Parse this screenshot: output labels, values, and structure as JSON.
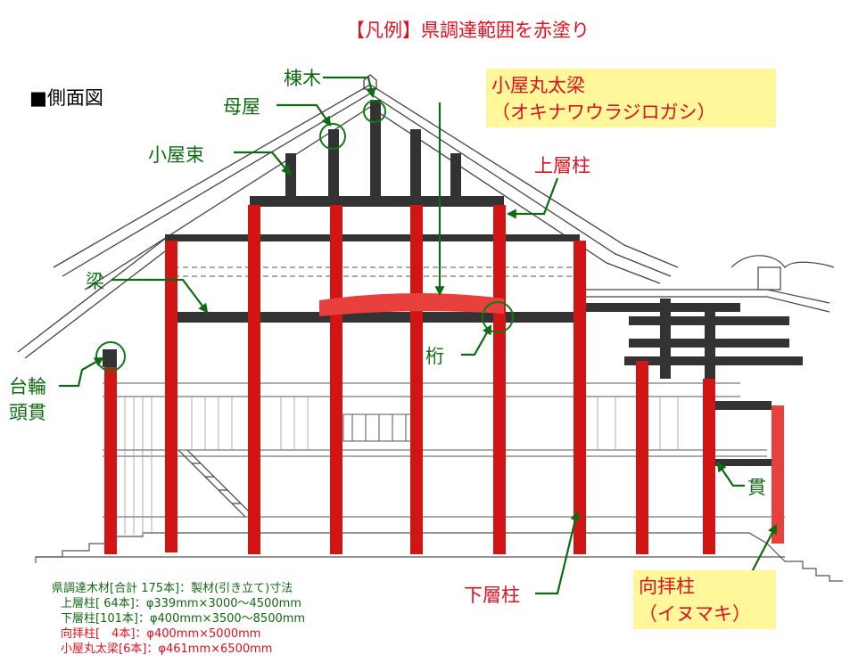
{
  "legend": "【凡例】県調達範囲を赤塗り",
  "view_title": "■側面図",
  "labels": {
    "munagi": "棟木",
    "moya": "母屋",
    "koyazuka": "小屋束",
    "hari": "梁",
    "daiwa": "台輪",
    "kashiranuki": "頭貫",
    "keta": "桁",
    "nuki": "貫",
    "koya_maruta_1": "小屋丸太梁",
    "koya_maruta_2": "（オキナワウラジロガシ）",
    "joso_hashira": "上層柱",
    "kaso_hashira": "下層柱",
    "kohai_1": "向拝柱",
    "kohai_2": "（イヌマキ）"
  },
  "note": {
    "line1": "県調達木材[合計 175本]：製材(引き立て)寸法",
    "line2": "上層柱[ 64本]：φ339mm×3000～4500mm",
    "line3": "下層柱[101本]：φ400mm×3500～8500mm",
    "line4": "向拝柱[　4本]：φ400mm×5000mm",
    "line5": "小屋丸太梁[6本]：φ461mm×6500mm"
  },
  "colors": {
    "procured_red": "#e0101e",
    "member_dark": "#333333",
    "callout_green": "#0e6b12",
    "highlight": "#fff799"
  }
}
